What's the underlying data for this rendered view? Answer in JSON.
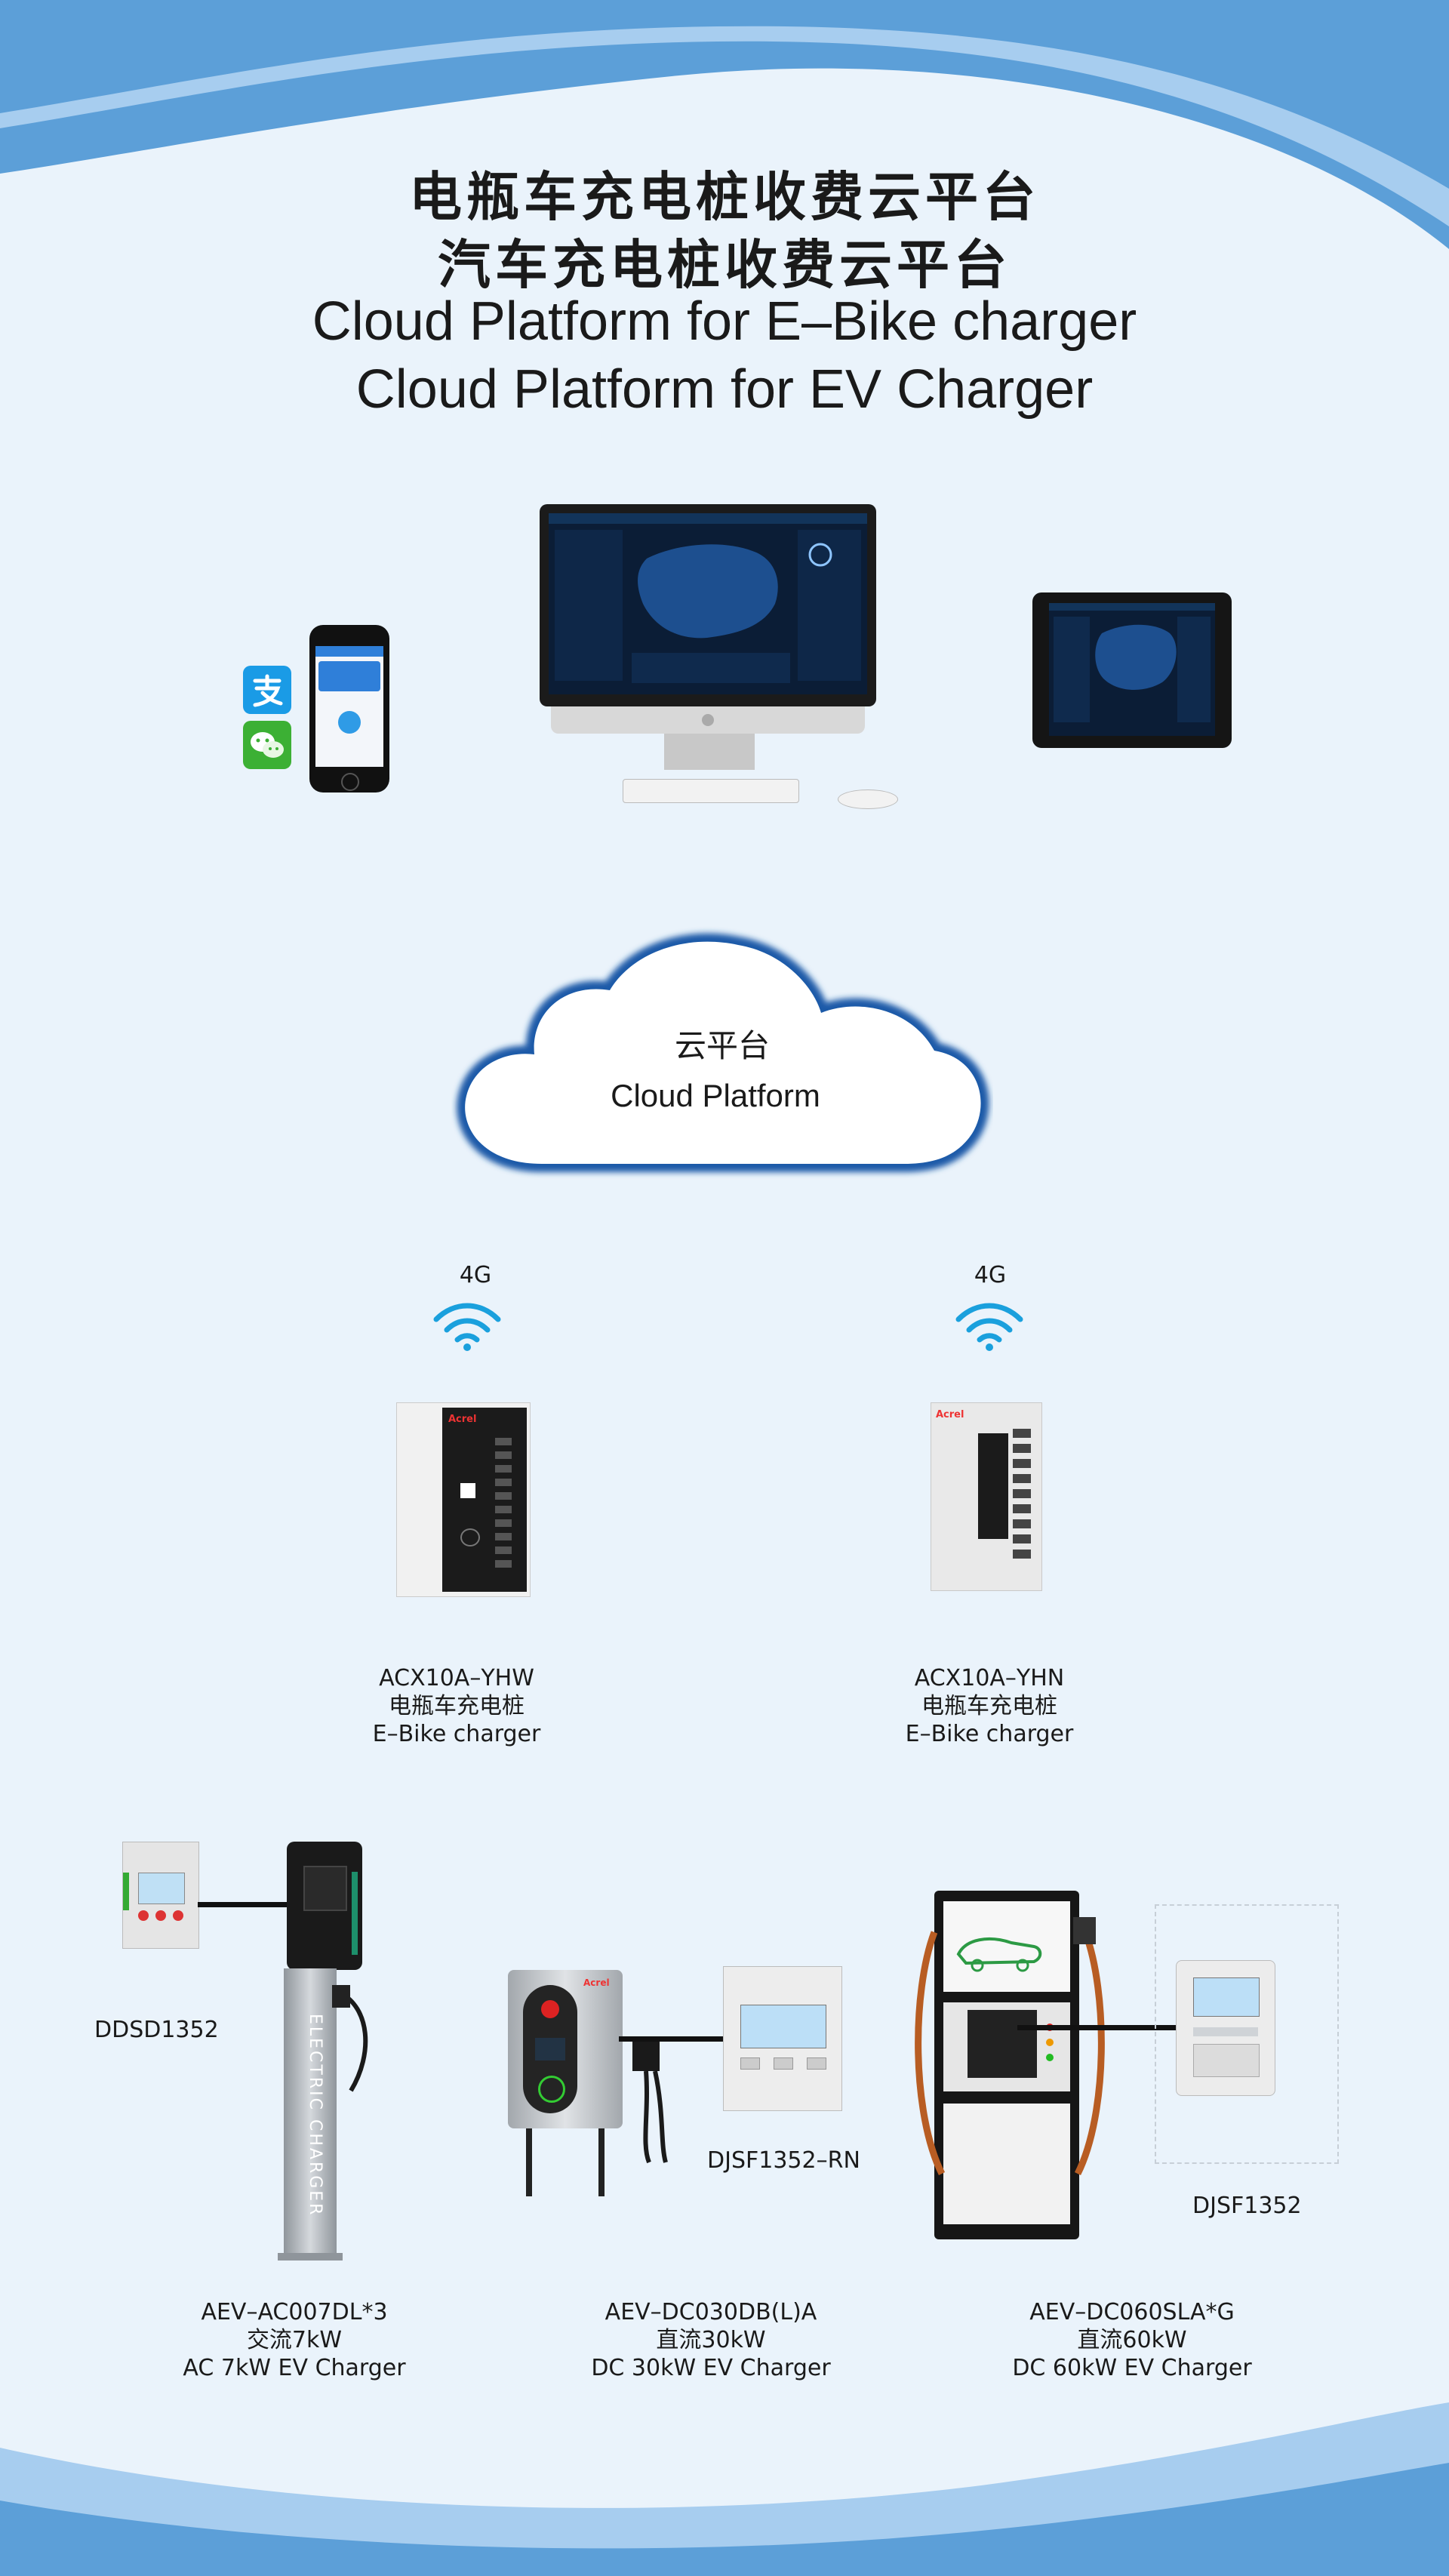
{
  "title": {
    "line1": "电瓶车充电桩收费云平台",
    "line2": "汽车充电桩收费云平台",
    "line3": "Cloud Platform for E–Bike charger",
    "line4": "Cloud Platform for EV Charger"
  },
  "cloud": {
    "cn": "云平台",
    "en": "Cloud Platform"
  },
  "network": {
    "left": "4G",
    "right": "4G"
  },
  "ebike_chargers": [
    {
      "model": "ACX10A–YHW",
      "cn": "电瓶车充电桩",
      "en": "E–Bike charger"
    },
    {
      "model": "ACX10A–YHN",
      "cn": "电瓶车充电桩",
      "en": "E–Bike charger"
    }
  ],
  "meters": {
    "left": "DDSD1352",
    "middle": "DJSF1352–RN",
    "right": "DJSF1352"
  },
  "ev_chargers": [
    {
      "model": "AEV–AC007DL*3",
      "cn": "交流7kW",
      "en": "AC 7kW EV Charger"
    },
    {
      "model": "AEV–DC030DB(L)A",
      "cn": "直流30kW",
      "en": "DC 30kW EV Charger"
    },
    {
      "model": "AEV–DC060SLA*G",
      "cn": "直流60kW",
      "en": "DC 60kW EV Charger"
    }
  ],
  "device_text": {
    "brand": "Acrel",
    "pole_text": "ELECTRIC CHARGER"
  },
  "colors": {
    "cloud_border": "#1f5aa8",
    "wifi": "#1aa0dd",
    "sky": "#5c9fd8"
  }
}
